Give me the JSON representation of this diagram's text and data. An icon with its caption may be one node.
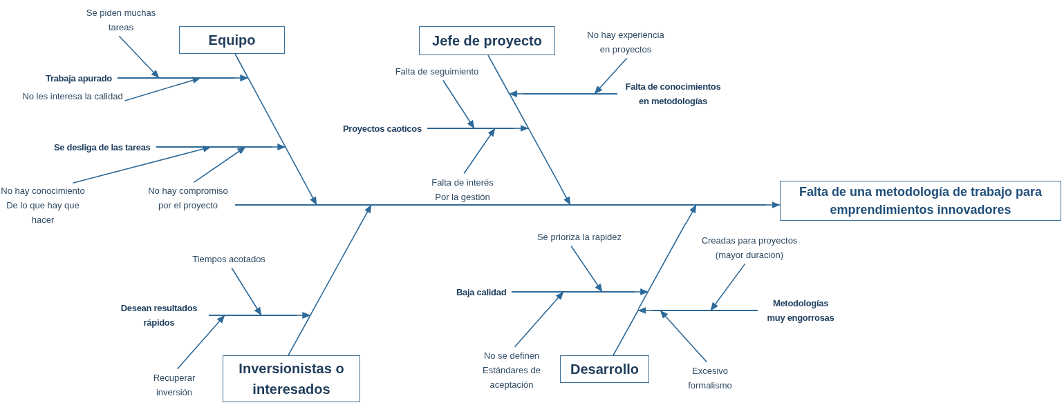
{
  "diagram": {
    "nodes": [
      {
        "text": [
          "Se piden muchas tareas"
        ]
      },
      {
        "text": [
          "Equipo"
        ]
      },
      {
        "text": [
          "Jefe de proyecto"
        ]
      },
      {
        "text": [
          "No hay experiencia en proyectos"
        ]
      },
      {
        "text": [
          "Trabaja apurado"
        ]
      },
      {
        "text": [
          "Falta de seguimiento"
        ]
      },
      {
        "text": [
          "No les interesa la calidad"
        ]
      },
      {
        "text": [
          "Falta de conocimientos en metodologías"
        ]
      },
      {
        "text": [
          "Proyectos caoticos"
        ]
      },
      {
        "text": [
          "Se desliga de las tareas"
        ]
      },
      {
        "text": [
          "No hay conocimiento De lo que hay que hacer"
        ]
      },
      {
        "text": [
          "No hay compromiso por el proyecto"
        ]
      },
      {
        "text": [
          "Falta de interés Por la gestión"
        ]
      },
      {
        "text": [
          "Falta de una metodología de trabajo para emprendimientos innovadores"
        ]
      },
      {
        "text": [
          "Se prioriza la rapidez"
        ]
      },
      {
        "text": [
          "Creadas para proyectos (mayor duracion)"
        ]
      },
      {
        "text": [
          "Tiempos acotados"
        ]
      },
      {
        "text": [
          "Baja calidad"
        ]
      },
      {
        "text": [
          "Desean resultados rápidos"
        ]
      },
      {
        "text": [
          "Metodologías muy engorrosas"
        ]
      },
      {
        "text": [
          "Inversionistas o interesados"
        ]
      },
      {
        "text": [
          "No se definen Estándares de aceptación"
        ]
      },
      {
        "text": [
          "Desarrollo"
        ]
      },
      {
        "text": [
          "Recuperar inversión"
        ]
      },
      {
        "text": [
          "Excesivo formalismo"
        ]
      },
      {
        "text": [],
        "shape": "line"
      },
      {
        "text": [],
        "shape": "line"
      },
      {
        "text": [],
        "shape": "line"
      },
      {
        "text": [],
        "shape": "line"
      },
      {
        "text": [],
        "shape": "line"
      }
    ],
    "edges": [
      {
        "from": 0,
        "to": 4,
        "arrow": "to"
      },
      {
        "from": 6,
        "to": 4,
        "arrow": "to"
      },
      {
        "from": 4,
        "to": 26,
        "arrow": "to"
      },
      {
        "from": 10,
        "to": 9,
        "arrow": "to"
      },
      {
        "from": 11,
        "to": 9,
        "arrow": "to"
      },
      {
        "from": 9,
        "to": 26,
        "arrow": "to"
      },
      {
        "from": 5,
        "to": 8,
        "arrow": "to"
      },
      {
        "from": 12,
        "to": 8,
        "arrow": "to"
      },
      {
        "from": 8,
        "to": 28,
        "arrow": "to"
      },
      {
        "from": 3,
        "to": 7,
        "arrow": "to"
      },
      {
        "from": 7,
        "to": 28,
        "arrow": "to"
      },
      {
        "from": 26,
        "to": 25,
        "arrow": "to"
      },
      {
        "from": 28,
        "to": 25,
        "arrow": "to"
      },
      {
        "from": 16,
        "to": 18,
        "arrow": "to"
      },
      {
        "from": 23,
        "to": 18,
        "arrow": "to"
      },
      {
        "from": 18,
        "to": 27,
        "arrow": "to"
      },
      {
        "from": 27,
        "to": 25,
        "arrow": "to"
      },
      {
        "from": 14,
        "to": 17,
        "arrow": "to"
      },
      {
        "from": 21,
        "to": 17,
        "arrow": "to"
      },
      {
        "from": 17,
        "to": 29,
        "arrow": "to"
      },
      {
        "from": 15,
        "to": 19,
        "arrow": "to"
      },
      {
        "from": 24,
        "to": 19,
        "arrow": "to"
      },
      {
        "from": 19,
        "to": 29,
        "arrow": "to"
      },
      {
        "from": 29,
        "to": 25,
        "arrow": "to"
      },
      {
        "from": 25,
        "to": 13,
        "arrow": "to"
      },
      {
        "from": 1,
        "to": 26,
        "arrow": "none"
      },
      {
        "from": 20,
        "to": 27,
        "arrow": "none"
      },
      {
        "from": 2,
        "to": 28,
        "arrow": "none"
      },
      {
        "from": 22,
        "to": 29,
        "arrow": "none"
      }
    ]
  }
}
